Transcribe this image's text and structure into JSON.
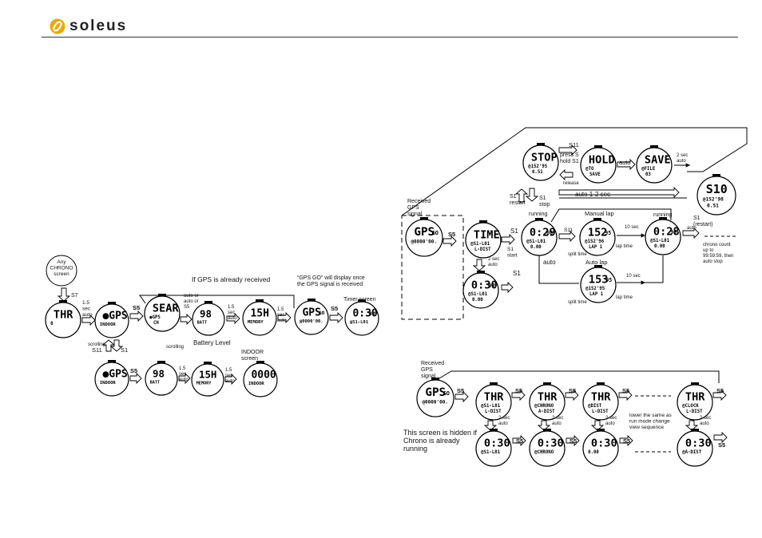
{
  "brand": {
    "name": "soleus",
    "color": "#f0a500"
  },
  "left_flow": {
    "start_label": "Any CHRONO screen",
    "k_s7": "S7",
    "k_auto15a": "1.5 sec auto",
    "k_s5a": "S5",
    "k_auto15b": "1.5 sec auto",
    "k_auto15c": "1.5 sec auto",
    "k_auto15d": "1.5 sec auto",
    "k_s5b": "S5",
    "k_s5c": "S5",
    "k_s11": "S11",
    "k_s1": "S1",
    "k_auto_or": "auto or auto or S5",
    "ann_gps_received": "If GPS is already received",
    "ann_gps_go": "“GPS GO” will display once the GPS signal is received",
    "ann_timer": "Timer screen",
    "ann_battery": "Battery Level",
    "ann_scrolling": "scrolling",
    "ann_indoor": "INDOOR screen",
    "w_chr": [
      "THR",
      "0"
    ],
    "w_gps_indoor": [
      "●GPS",
      "INDOOR"
    ],
    "w_search": [
      "SEAR",
      "●GPS",
      "CH"
    ],
    "w_batt": [
      "98",
      "BATT"
    ],
    "w_memory": [
      "15H",
      "MEMORY"
    ],
    "w_gpsgo": [
      "GPS",
      "GO",
      "@0000'00."
    ],
    "w_timer": [
      "0:30",
      "00",
      "@S1-L01"
    ],
    "w_indoor1": [
      "●GPS",
      "INDOOR"
    ],
    "w_batt2": [
      "98",
      "BATT"
    ],
    "w_memory2": [
      "15H",
      "MEMORY"
    ],
    "w_indoor2": [
      "0000",
      "INDOOR"
    ]
  },
  "top_right_flow": {
    "received_gps": "Received GPS signal",
    "k_s11": "S11",
    "k_press": "press S hold S1",
    "k_release": "release",
    "k_auto": "auto",
    "k_auto2sec": "2 sec auto",
    "k_auto12": "auto 1-2 sec",
    "k_s1_restart": "S1 restart",
    "k_s1_stop": "S1 stop",
    "k_s1_restart2": "S1 (restart)",
    "k_s5": "S5",
    "k_s1_start": "S1 start",
    "k_running": "running",
    "k_s11b": "S11",
    "k_manual_lap": "Manual lap",
    "k_10sec": "10 sec",
    "k_running2": "running",
    "k_auto3": "auto",
    "k_split": "split time",
    "k_laptime": "lap time",
    "k_auto_lap": "Auto lap",
    "k_10sec2": "10 sec",
    "k_split2": "split time",
    "k_laptime2": "lap time",
    "k_auto4": "auto",
    "k_2sec": "2 sec auto",
    "k_s1c": "S1",
    "chrono_note": "chrono count up to 99:59:59, then auto stop",
    "w_stop": [
      "STOP",
      "@152'95",
      "0.51"
    ],
    "w_hold": [
      "HOLD",
      "@TO",
      "SAVE"
    ],
    "w_save": [
      "SAVE",
      "@FILE",
      "03"
    ],
    "w_s10": [
      "S10",
      "@152'98",
      "0.51"
    ],
    "w_gps": [
      "GPS",
      "GO",
      "@0000'00."
    ],
    "w_time": [
      "TIME",
      "@S1-L01",
      "L-DIST"
    ],
    "w_run": [
      "0:29",
      "00",
      "@S1-L01",
      "0.00"
    ],
    "w_lap": [
      "152",
      "95",
      "@152'96",
      "LAP 1"
    ],
    "w_run2": [
      "0:28",
      "99",
      "@S1-L01",
      "0.00"
    ],
    "w_timer2": [
      "0:30",
      "00",
      "@S1-L01",
      "0.00"
    ],
    "w_autolap": [
      "153",
      "95",
      "@152'95",
      "LAP 1"
    ]
  },
  "bottom_right_flow": {
    "received_gps": "Received GPS signal",
    "hidden_note": "This screen is hidden if Chrono is already running",
    "same_note": "lower the same as run mode change view sequence",
    "k_s5": [
      "S5",
      "S5",
      "S5",
      "S5",
      "S5",
      "S5"
    ],
    "k_s5_low": [
      "S5",
      "S5",
      "S5"
    ],
    "k_2sec": [
      "2 sec auto",
      "2 sec auto",
      "2 sec auto",
      "2 sec auto"
    ],
    "w_gps": [
      "GPS",
      "GO",
      "@0000'00."
    ],
    "w_a": [
      "THR",
      "@S1-L01",
      "L-DIST"
    ],
    "w_b": [
      "THR",
      "@CHRONO",
      "A-DIST"
    ],
    "w_c": [
      "THR",
      "@DIST",
      "L-DIST"
    ],
    "w_d": [
      "THR",
      "@CLOCK",
      "L-DIST"
    ],
    "w_e": [
      "0:30",
      "@S1-L01"
    ],
    "w_f": [
      "0:30",
      "@CHRONO"
    ],
    "w_g": [
      "0:30",
      "0.00"
    ],
    "w_h": [
      "0:30",
      "@A-DIST"
    ]
  }
}
